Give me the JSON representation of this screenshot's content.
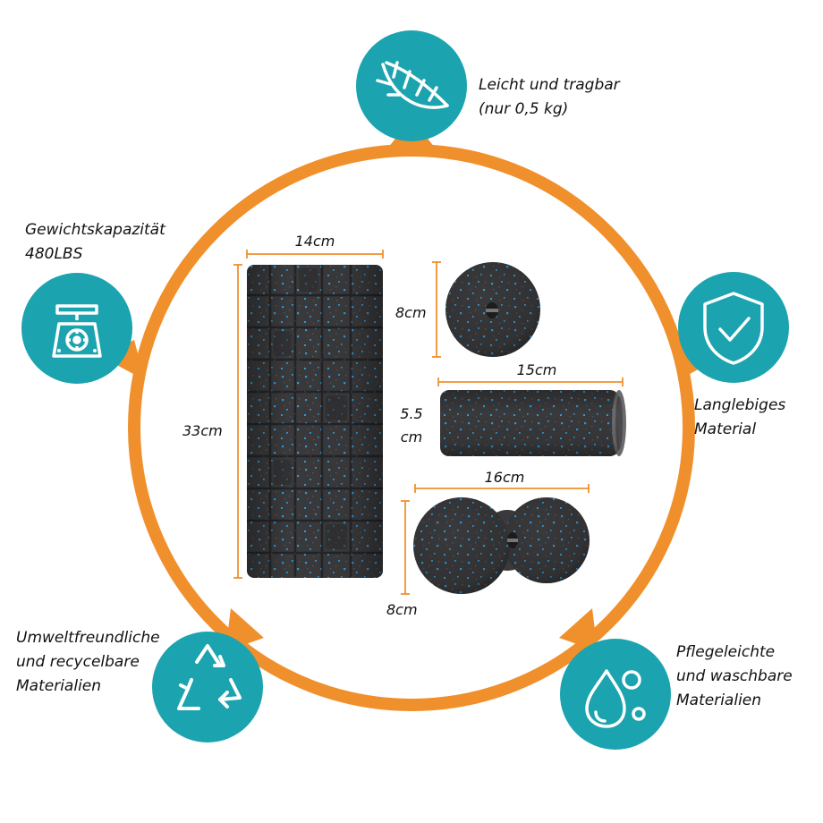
{
  "colors": {
    "ring": "#F0902C",
    "badge": "#1BA3AF",
    "foam": "#3A3A3C",
    "speckle": "#2E9BDB",
    "text": "#111111"
  },
  "features": {
    "weight": {
      "label": "Leicht und tragbar\n(nur 0,5 kg)",
      "icon": "feather-icon"
    },
    "capacity": {
      "label": "Gewichtskapazität\n480LBS",
      "icon": "scale-icon"
    },
    "durable": {
      "label": "Langlebiges\nMaterial",
      "icon": "shield-check-icon"
    },
    "eco": {
      "label": "Umweltfreundliche\nund recycelbare\nMaterialien",
      "icon": "recycle-icon"
    },
    "care": {
      "label": "Pflegeleichte\nund waschbare\nMaterialien",
      "icon": "water-drops-icon"
    }
  },
  "products": {
    "roller": {
      "width_label": "14cm",
      "height_label": "33cm"
    },
    "ball": {
      "diameter_label": "8cm"
    },
    "mini_roller": {
      "length_label": "15cm",
      "diameter_label": "5.5\ncm"
    },
    "duo_ball": {
      "length_label": "16cm",
      "diameter_label": "8cm"
    }
  }
}
